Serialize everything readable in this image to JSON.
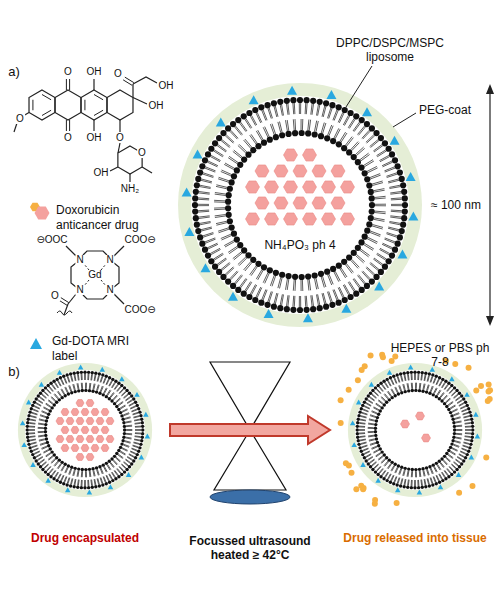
{
  "diagram": {
    "nodes": [
      {
        "text": [
          "NH₄PO₃ ph 4"
        ]
      },
      {
        "text": [
          "Drug encapsulated"
        ]
      },
      {
        "text": [
          "Drug released into tissue"
        ]
      }
    ],
    "edges": [
      {
        "from": 1,
        "to": 2,
        "arrow": "to"
      }
    ],
    "labels": [
      "a)",
      "b)",
      "O",
      "OH",
      "O",
      "OH",
      "OH",
      "O",
      "O",
      "OH",
      "O",
      "O",
      "NH₂",
      "OH",
      "⊖OOC",
      "COO⊖",
      "COO⊖",
      "N",
      "N",
      "N",
      "N",
      "Gd",
      "O",
      "DPPC/DSPC/MSPC liposome",
      "PEG-coat",
      "≈ 100 nm",
      "HEPES or PBS ph 7-8",
      "Focussed ultrasound heated ≥ 42°C"
    ],
    "legend": [
      {
        "text": "Doxorubicin anticancer drug"
      },
      {
        "text": "Gd-DOTA MRI label"
      }
    ]
  }
}
